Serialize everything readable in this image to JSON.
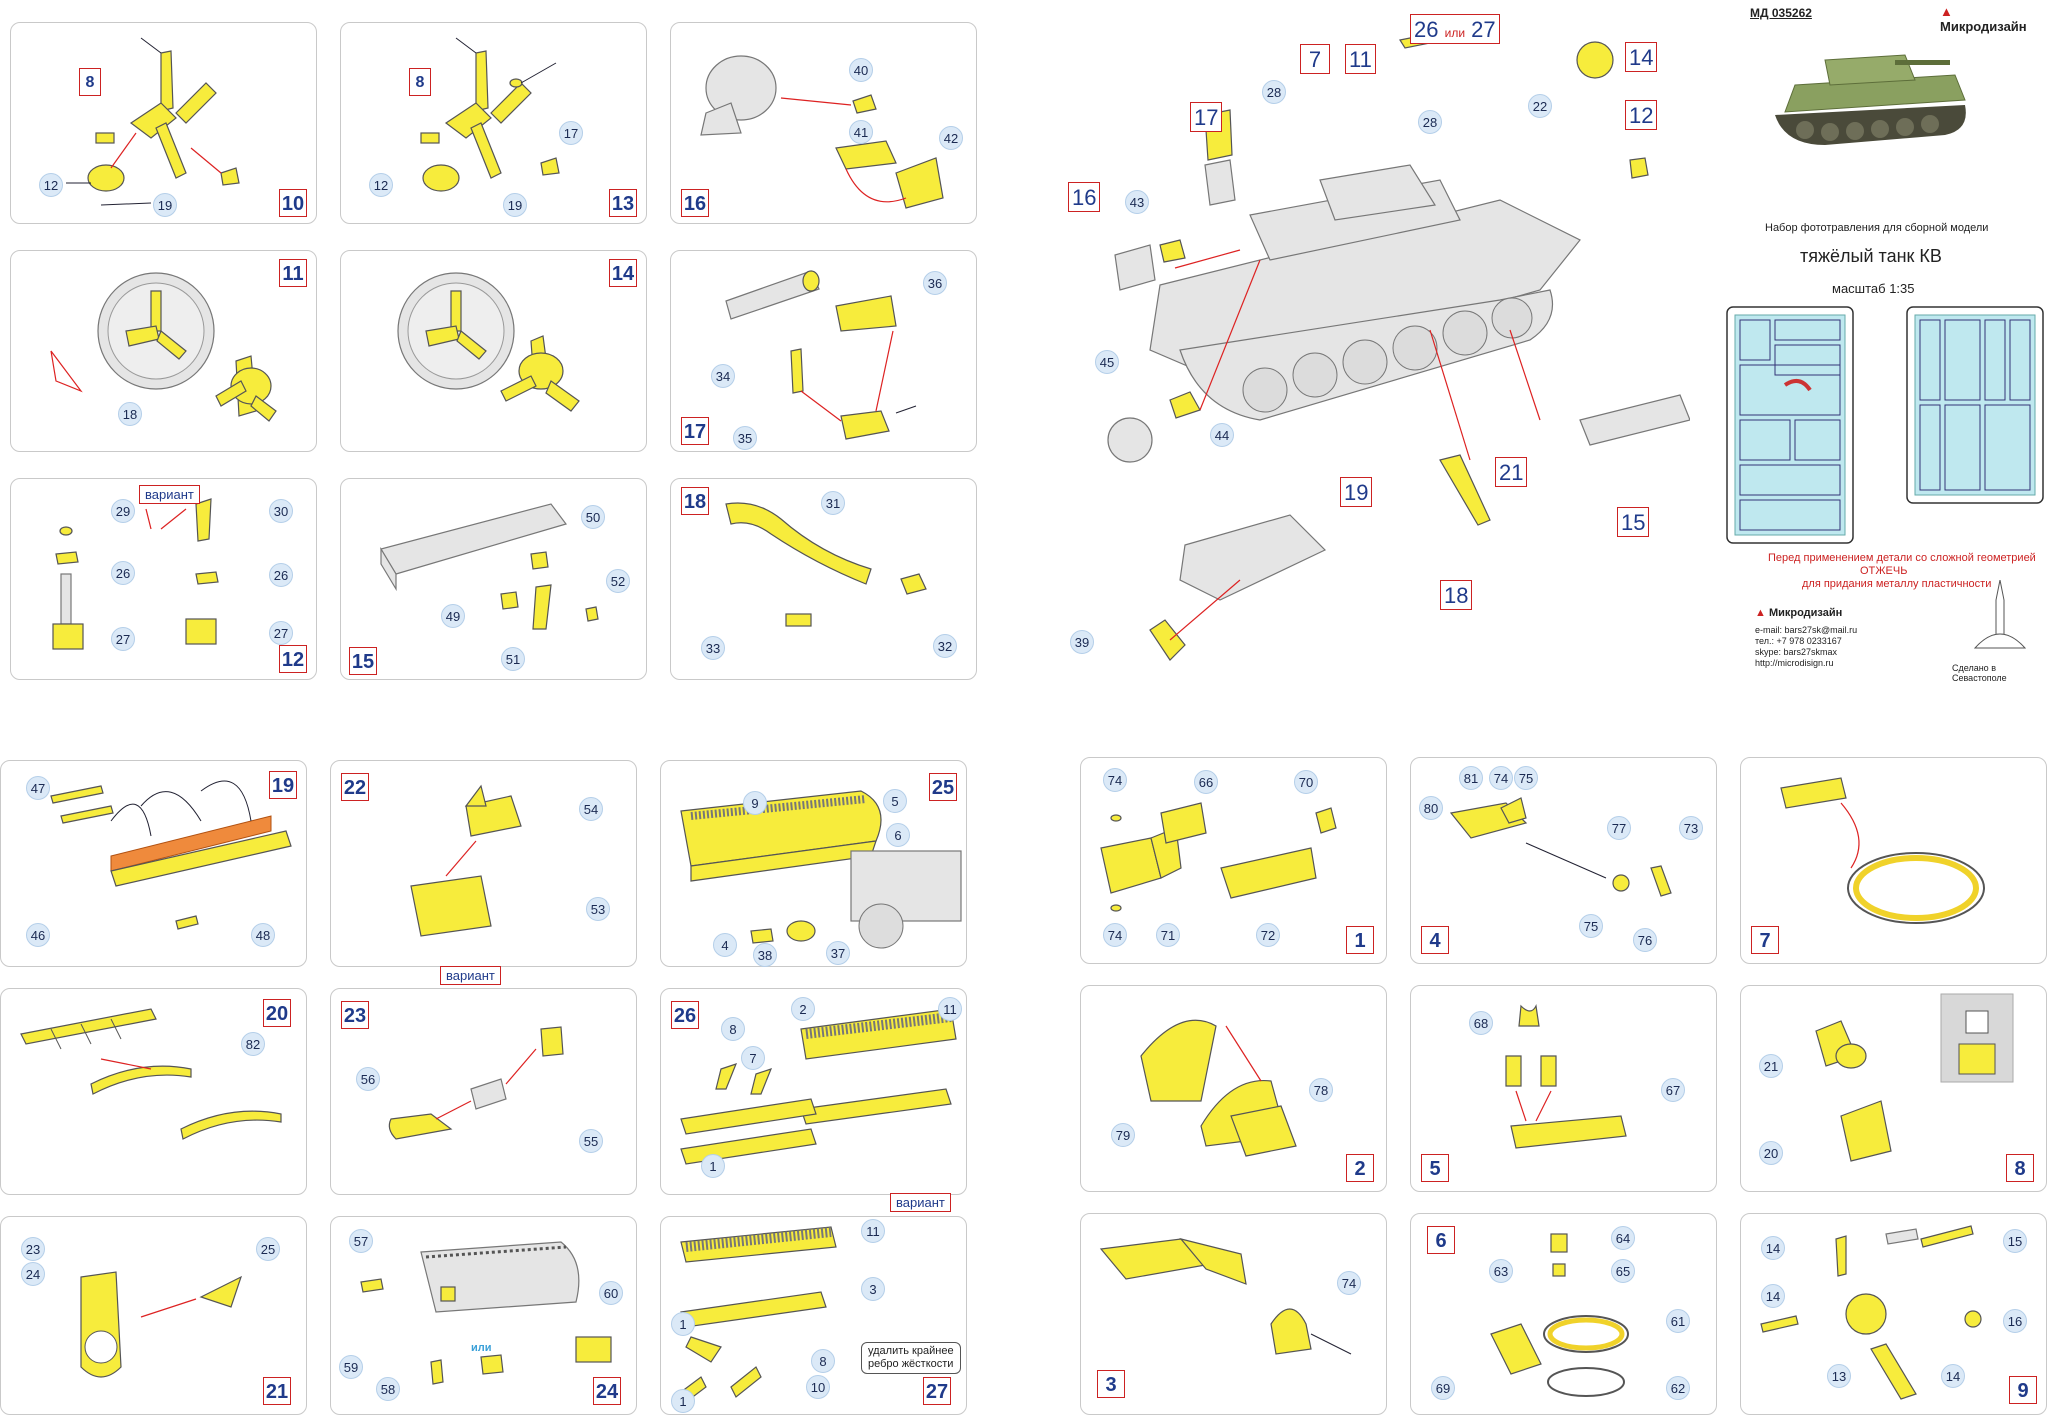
{
  "header": {
    "code": "МД 035262",
    "brand": "Микродизайн",
    "title_line1": "Набор фототравления для сборной модели",
    "title_line2": "тяжёлый танк КВ",
    "scale": "масштаб 1:35",
    "warn1": "Перед применением детали со сложной геометрией",
    "warn2": "ОТЖЕЧЬ",
    "warn3": "для придания металлу пластичности",
    "contact_brand": "Микродизайн",
    "email": "e-mail: bars27sk@mail.ru",
    "phone": "тел.: +7 978 0233167",
    "skype": "skype: bars27skmax",
    "web": "http://microdisign.ru",
    "made_in": "Сделано в Севастополе"
  },
  "labels": {
    "variant": "вариант",
    "or": "или",
    "remove_rib_1": "удалить крайнее",
    "remove_rib_2": "ребро жёсткости"
  },
  "steps": {
    "s10": "10",
    "s13": "13",
    "s16": "16",
    "s11": "11",
    "s14": "14",
    "s17": "17",
    "s12": "12",
    "s15": "15",
    "s18": "18",
    "s19": "19",
    "s22": "22",
    "s25": "25",
    "s20": "20",
    "s23": "23",
    "s26": "26",
    "s21": "21",
    "s24": "24",
    "s27": "27",
    "s1": "1",
    "s4": "4",
    "s7": "7",
    "s2": "2",
    "s5": "5",
    "s8": "8",
    "s3": "3",
    "s6": "6",
    "s9": "9"
  },
  "overview_steps": {
    "o7": "7",
    "o11": "11",
    "o26": "26",
    "o27": "27",
    "o14": "14",
    "o17": "17",
    "o12": "12",
    "o16": "16",
    "o19": "19",
    "o21": "21",
    "o15": "15",
    "o18": "18"
  },
  "callouts": {
    "p10": [
      "8",
      "12",
      "19"
    ],
    "p13": [
      "8",
      "17",
      "12",
      "19"
    ],
    "p16": [
      "40",
      "41",
      "42"
    ],
    "p11": [
      "18"
    ],
    "p17": [
      "36",
      "34",
      "35"
    ],
    "p12": [
      "29",
      "30",
      "26",
      "26",
      "27",
      "27"
    ],
    "p15": [
      "50",
      "52",
      "49",
      "51"
    ],
    "p18": [
      "31",
      "33",
      "32"
    ],
    "overview": [
      "28",
      "28",
      "22",
      "43",
      "45",
      "44",
      "39"
    ],
    "p19": [
      "47",
      "46",
      "48"
    ],
    "p22": [
      "54",
      "53"
    ],
    "p25": [
      "9",
      "5",
      "6",
      "4",
      "38",
      "37"
    ],
    "p20": [
      "82"
    ],
    "p23": [
      "56",
      "55"
    ],
    "p26": [
      "8",
      "7",
      "2",
      "11",
      "1"
    ],
    "p21": [
      "23",
      "24",
      "25"
    ],
    "p24": [
      "57",
      "60",
      "59",
      "58"
    ],
    "p27": [
      "11",
      "3",
      "1",
      "8",
      "10",
      "1"
    ],
    "p1": [
      "74",
      "66",
      "70",
      "74",
      "71",
      "72"
    ],
    "p4": [
      "80",
      "81",
      "74",
      "75",
      "77",
      "73",
      "75",
      "76"
    ],
    "p2": [
      "79",
      "78"
    ],
    "p5": [
      "68",
      "67"
    ],
    "p8": [
      "21",
      "20"
    ],
    "p3": [
      "74"
    ],
    "p6": [
      "64",
      "63",
      "65",
      "61",
      "69",
      "62"
    ],
    "p9": [
      "14",
      "15",
      "14",
      "16",
      "13",
      "14"
    ]
  }
}
